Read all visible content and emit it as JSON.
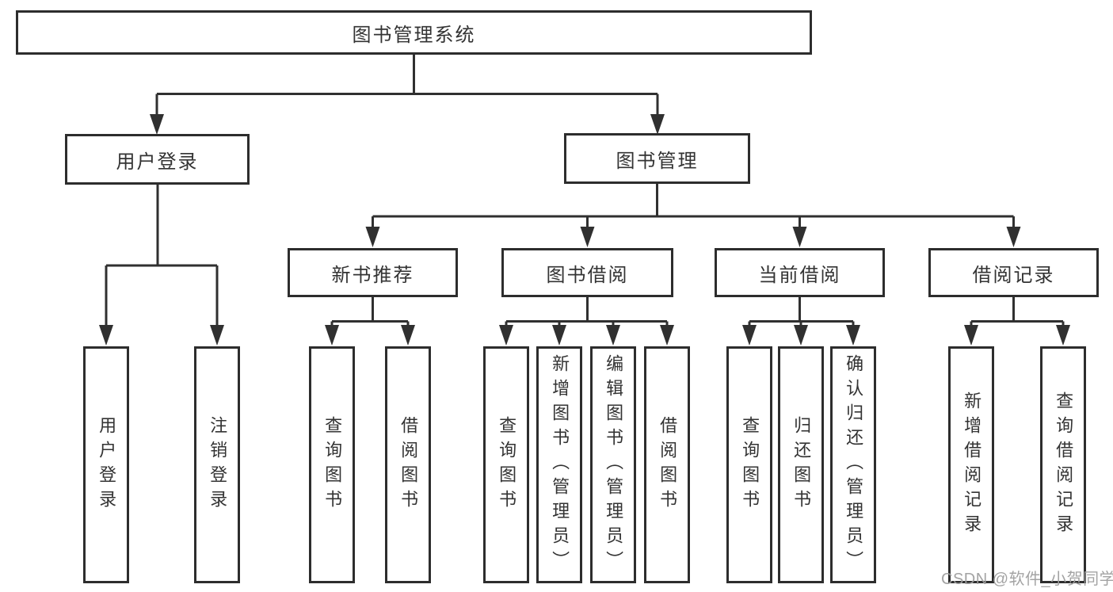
{
  "tree": {
    "root": "图书管理系统",
    "branches": [
      {
        "label": "用户登录",
        "leaves": [
          "用户登录",
          "注销登录"
        ]
      },
      {
        "label": "图书管理",
        "sections": [
          {
            "label": "新书推荐",
            "leaves": [
              "查询图书",
              "借阅图书"
            ]
          },
          {
            "label": "图书借阅",
            "leaves": [
              "查询图书",
              "新增图书（管理员）",
              "编辑图书（管理员）",
              "借阅图书"
            ]
          },
          {
            "label": "当前借阅",
            "leaves": [
              "查询图书",
              "归还图书",
              "确认归还（管理员）"
            ]
          },
          {
            "label": "借阅记录",
            "leaves": [
              "新增借阅记录",
              "查询借阅记录"
            ]
          }
        ]
      }
    ]
  },
  "watermark": {
    "text": "CSDN @软件_小贺同学"
  },
  "colors": {
    "background": "#ffffff",
    "line": "#303030",
    "box_border": "#2d2d2d",
    "box_fill": "#ffffff",
    "text": "#333333",
    "watermark": "#9e9e9e"
  }
}
